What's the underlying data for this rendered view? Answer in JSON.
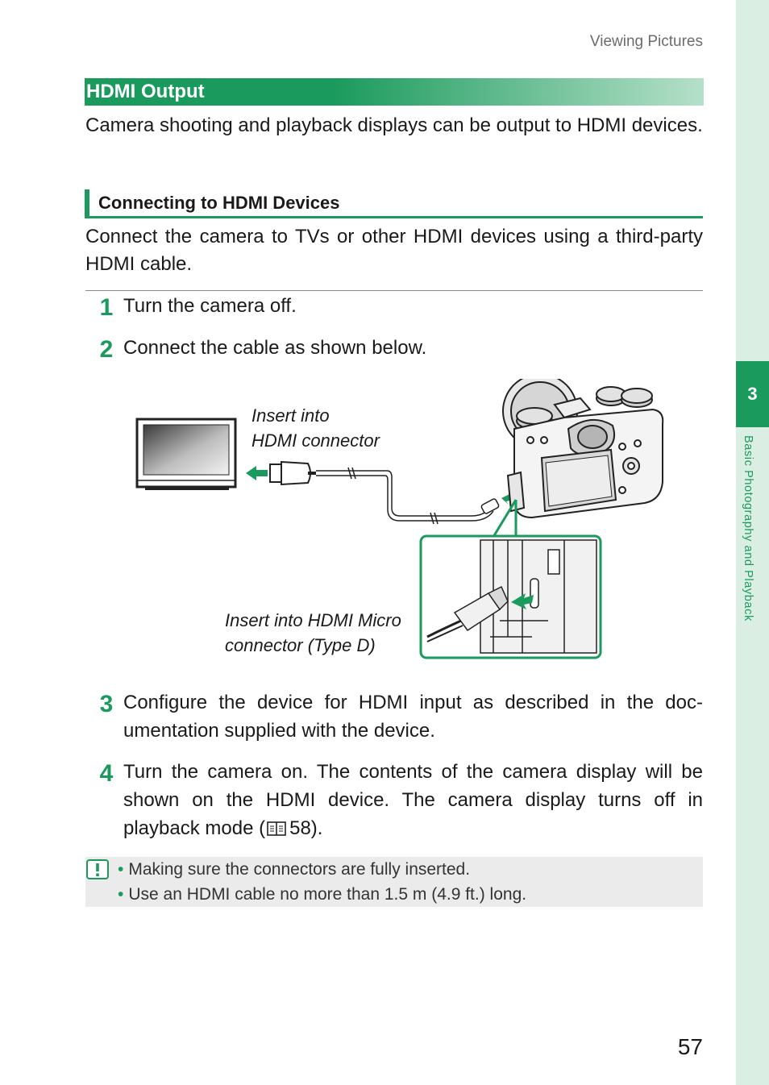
{
  "running_header": "Viewing Pictures",
  "chapter": {
    "number": "3",
    "label": "Basic Photography and Playback"
  },
  "section": {
    "title": "HDMI Output",
    "intro": "Camera shooting and playback displays can be output to HDMI devices."
  },
  "subsection": {
    "title": "Connecting to HDMI Devices",
    "intro": "Connect the camera to TVs or other HDMI devices using a third-party HDMI cable."
  },
  "steps": [
    {
      "num": "1",
      "text": "Turn the camera off."
    },
    {
      "num": "2",
      "text": "Connect the cable as shown below."
    },
    {
      "num": "3",
      "text": "Configure the device for HDMI input as described in the doc-umentation supplied with the device."
    },
    {
      "num": "4",
      "text_before": "Turn the camera on. The contents of the camera display will be shown on the HDMI device. The camera display turns off in playback mode (",
      "page_ref": "58",
      "text_after": ")."
    }
  ],
  "figure": {
    "caption_hdmi_line1": "Insert into",
    "caption_hdmi_line2": "HDMI connector",
    "caption_micro_line1": "Insert into HDMI Micro",
    "caption_micro_line2": "connector (Type D)"
  },
  "notes": [
    "Making sure the connectors are fully inserted.",
    "Use an HDMI cable no more than 1.5 m (4.9 ft.) long."
  ],
  "page_number": "57",
  "colors": {
    "accent": "#1a9a5c",
    "sidebar": "#daeee3",
    "note_bg": "#ebebeb"
  }
}
